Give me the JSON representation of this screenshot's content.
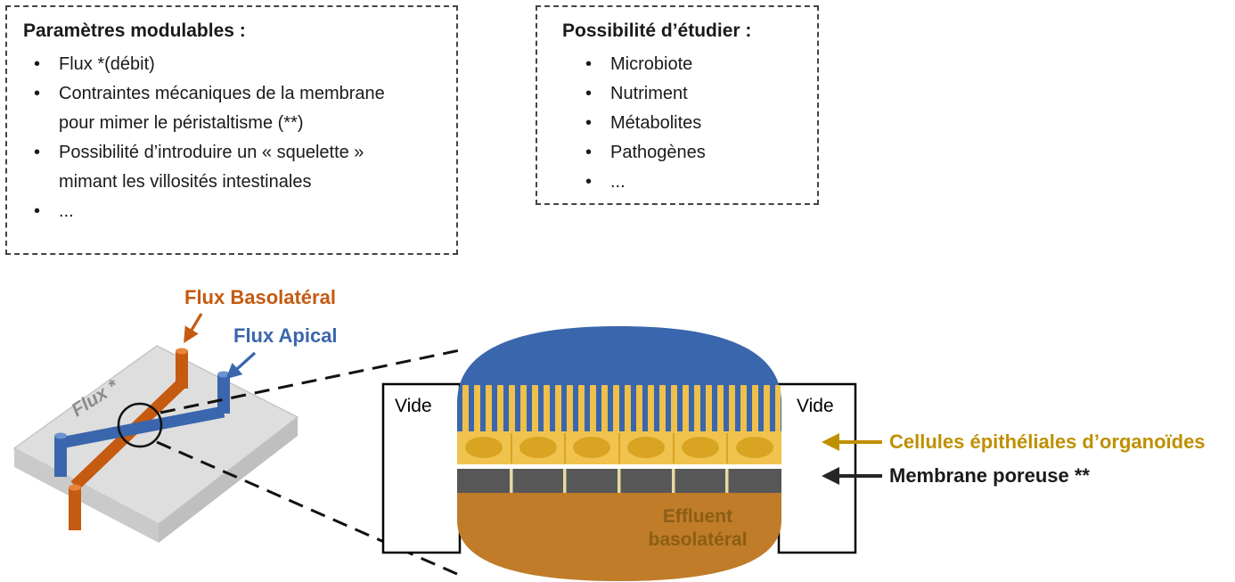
{
  "boxes": {
    "params": {
      "title": "Paramètres modulables :",
      "items": [
        {
          "bullet": "•",
          "text": "Flux *(débit)"
        },
        {
          "bullet": "•",
          "text": "Contraintes mécaniques de la membrane"
        },
        {
          "bullet": "",
          "text": "pour mimer le péristaltisme (**)"
        },
        {
          "bullet": "•",
          "text": "Possibilité d’introduire un « squelette »"
        },
        {
          "bullet": "",
          "text": "mimant les villosités intestinales"
        },
        {
          "bullet": "•",
          "text": "..."
        }
      ]
    },
    "study": {
      "title": "Possibilité d’étudier :",
      "items": [
        {
          "bullet": "•",
          "text": "Microbiote"
        },
        {
          "bullet": "•",
          "text": "Nutriment"
        },
        {
          "bullet": "•",
          "text": "Métabolites"
        },
        {
          "bullet": "•",
          "text": "Pathogènes"
        },
        {
          "bullet": "•",
          "text": "..."
        }
      ]
    }
  },
  "diagram": {
    "chip": {
      "flux_basolateral_label": "Flux Basolatéral",
      "flux_apical_label": "Flux Apical",
      "flux_label": "Flux *"
    },
    "cross_section": {
      "vide_left": "Vide",
      "vide_right": "Vide",
      "effluent_line1": "Effluent",
      "effluent_line2": "basolatéral"
    },
    "annotations": {
      "cells_label": "Cellules épithéliales d’organoïdes",
      "membrane_label": "Membrane poreuse **"
    },
    "colors": {
      "apical_blue": "#3A66AD",
      "basolateral_orange": "#C55A11",
      "cells_yellow": "#F0C34F",
      "nucleus_gold": "#D9A421",
      "cells_label_gold": "#BF9000",
      "membrane_gray": "#575757",
      "effluent_orange": "#C07C29",
      "effluent_text_brown": "#8B5E14"
    }
  }
}
